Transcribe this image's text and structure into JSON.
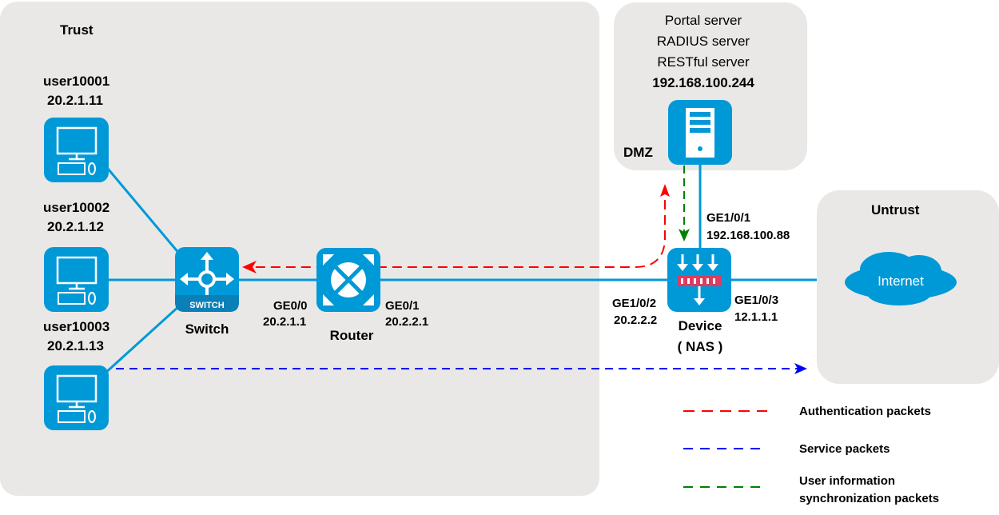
{
  "colors": {
    "device_blue": "#0099d8",
    "zone_gray": "#e9e8e6",
    "auth": "#ff0000",
    "service": "#0000ff",
    "sync": "#008000"
  },
  "zones": {
    "trust": "Trust",
    "dmz": "DMZ",
    "untrust": "Untrust"
  },
  "dmz_server": {
    "lines": [
      "Portal server",
      "RADIUS server",
      "RESTful server",
      "192.168.100.244"
    ]
  },
  "users": [
    {
      "name": "user10001",
      "ip": "20.2.1.11"
    },
    {
      "name": "user10002",
      "ip": "20.2.1.12"
    },
    {
      "name": "user10003",
      "ip": "20.2.1.13"
    }
  ],
  "switch": {
    "label": "Switch",
    "badge": "SWITCH"
  },
  "router": {
    "label": "Router",
    "if_left": "GE0/0",
    "ip_left": "20.2.1.1",
    "if_right": "GE0/1",
    "ip_right": "20.2.2.1"
  },
  "device": {
    "label": "Device",
    "sublabel": "( NAS )",
    "if_up": "GE1/0/1",
    "ip_up": "192.168.100.88",
    "if_left": "GE1/0/2",
    "ip_left": "20.2.2.2",
    "if_right": "GE1/0/3",
    "ip_right": "12.1.1.1"
  },
  "cloud": {
    "label": "Internet"
  },
  "legend": [
    {
      "label": "Authentication packets",
      "color": "#ff0000"
    },
    {
      "label": "Service packets",
      "color": "#0000ff"
    },
    {
      "label": "User information",
      "label2": "synchronization packets",
      "color": "#008000"
    }
  ]
}
